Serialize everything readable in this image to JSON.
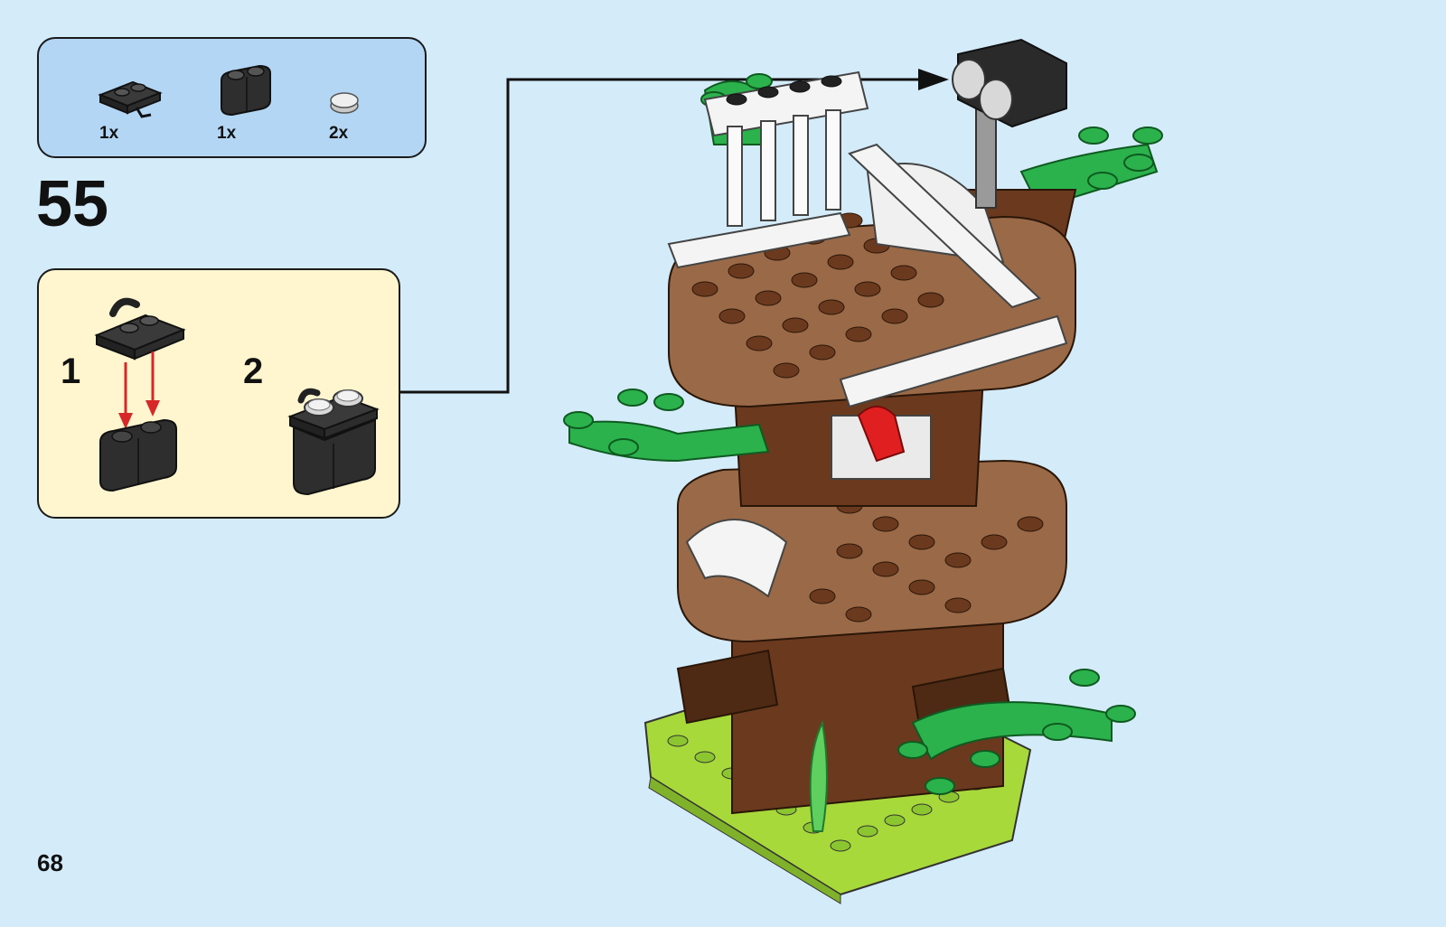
{
  "parts": [
    {
      "icon": "black-plate-with-clip-icon",
      "qty": "1x"
    },
    {
      "icon": "black-round-brick-2x1-icon",
      "qty": "1x"
    },
    {
      "icon": "trans-clear-round-tile-icon",
      "qty": "2x"
    }
  ],
  "step": {
    "number": "55"
  },
  "substeps": [
    {
      "number": "1"
    },
    {
      "number": "2"
    }
  ],
  "page": {
    "number": "68"
  },
  "colors": {
    "background": "#d4ebfa",
    "parts_panel": "#b3d6f5",
    "substep_panel": "#fff6cf",
    "brown": "#6b3a1e",
    "tan_brown": "#9a6a48",
    "green": "#2bb24c",
    "lime": "#a7d93b",
    "arrow_red": "#d62828"
  }
}
